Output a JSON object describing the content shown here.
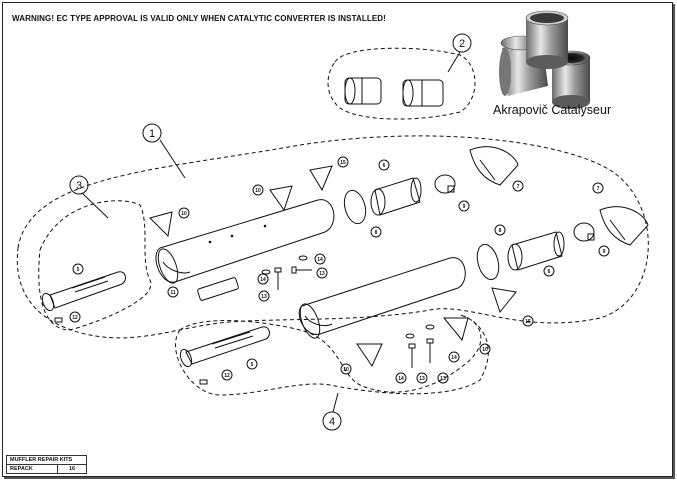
{
  "warning": "WARNING! EC TYPE APPROVAL IS VALID ONLY WHEN CATALYTIC CONVERTER IS INSTALLED!",
  "photo": {
    "caption": "Akrapovič Catalyseur",
    "icon": "catalytic-converter-photo"
  },
  "callouts": {
    "c1": "1",
    "c2": "2",
    "c3": "3",
    "c4": "4",
    "p5a": "5",
    "p5b": "5",
    "p6a": "6",
    "p6b": "6",
    "p7a": "7",
    "p7b": "7",
    "p8a": "8",
    "p8b": "8",
    "p9a": "9",
    "p9b": "9",
    "p10a": "10",
    "p10b": "10",
    "p10c": "10",
    "p10d": "10",
    "p11": "11",
    "p12a": "12",
    "p12b": "12",
    "p13a": "13",
    "p13b": "13",
    "p13c": "13",
    "p13d": "13",
    "p14a": "14",
    "p14b": "14",
    "p14c": "14",
    "p14d": "14",
    "p15a": "15",
    "p15b": "15"
  },
  "table": {
    "header": "MUFFLER REPAIR KITS",
    "row_label": "REPACK",
    "row_value": "16"
  }
}
